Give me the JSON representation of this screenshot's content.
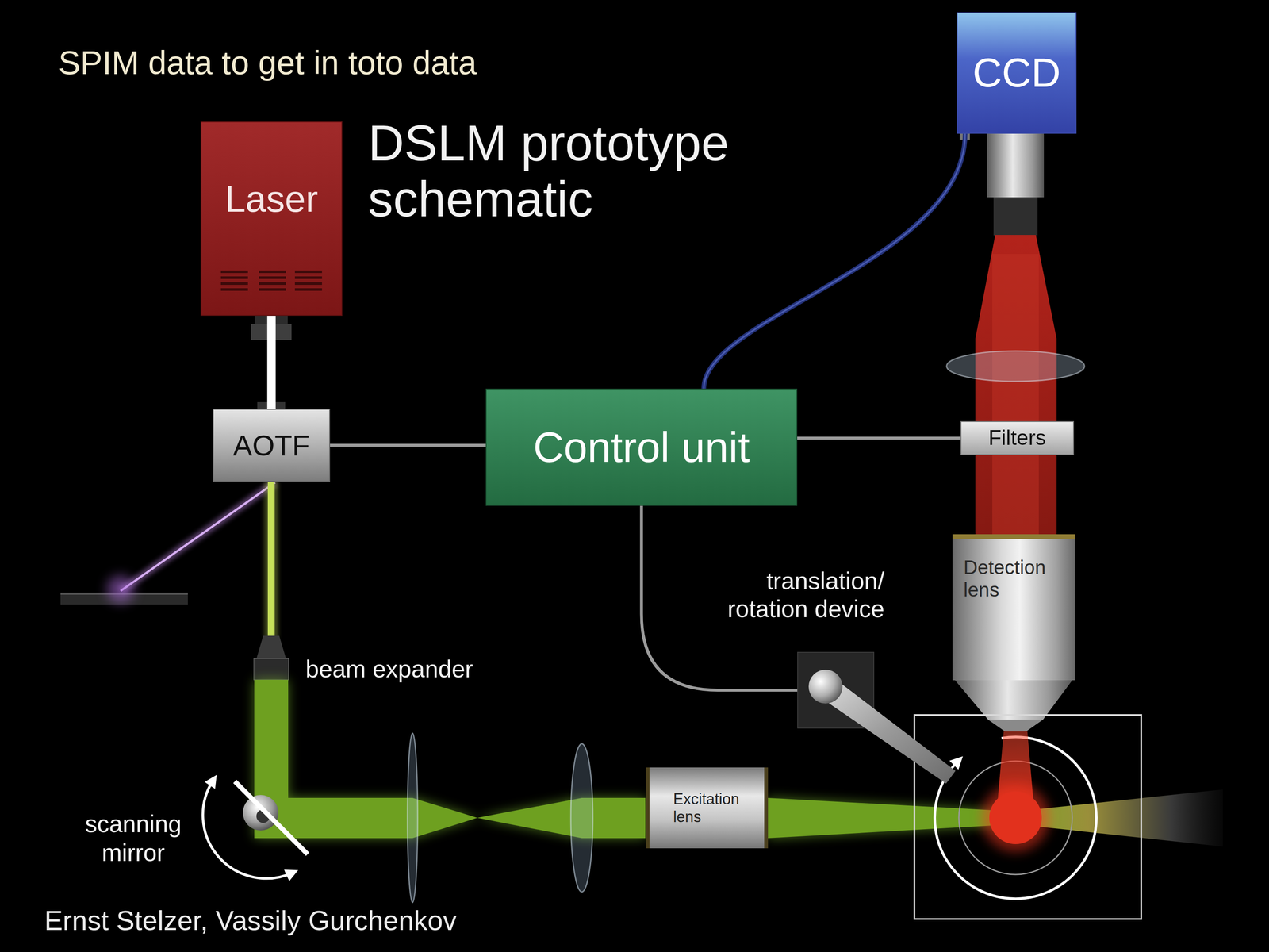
{
  "diagram": {
    "title": "SPIM data to get in toto data",
    "nodes": [
      {
        "text": [
          "CCD"
        ]
      },
      {
        "text": [
          "Laser"
        ]
      },
      {
        "text": [
          "AOTF"
        ]
      },
      {
        "text": [
          "Control unit"
        ]
      },
      {
        "text": [
          "Filters"
        ]
      },
      {
        "text": [
          "Detection lens"
        ]
      },
      {
        "text": [
          "translation/ rotation device"
        ]
      },
      {
        "text": [
          "Excitation lens"
        ]
      }
    ],
    "edges": [
      {
        "from": 1,
        "to": 2,
        "arrow": "none"
      },
      {
        "from": 3,
        "to": 2,
        "arrow": "none"
      },
      {
        "from": 3,
        "to": 4,
        "arrow": "none"
      },
      {
        "from": 3,
        "to": 0,
        "arrow": "none"
      },
      {
        "from": 3,
        "to": 6,
        "arrow": "none"
      }
    ],
    "labels": [
      "DSLM prototype schematic",
      "beam expander",
      "scanning mirror",
      "Ernst Stelzer, Vassily Gurchenkov"
    ]
  }
}
